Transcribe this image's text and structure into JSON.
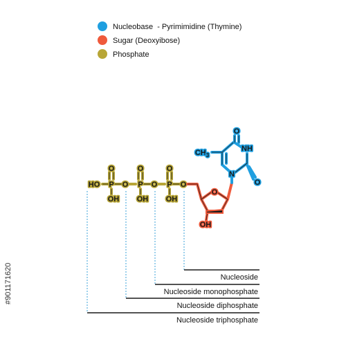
{
  "legend": [
    {
      "label": "Nucleobase  - Pyrimimidine (Thymine)",
      "color": "#1f9fe0"
    },
    {
      "label": "Sugar (Deoxyibose)",
      "color": "#ef5a3c"
    },
    {
      "label": "Phosphate",
      "color": "#b8a637"
    }
  ],
  "phosphate_groups": [
    {
      "oh_left": "HO",
      "p": "P",
      "o_top": "O",
      "oh_bottom": "OH",
      "o_bridge": "O"
    },
    {
      "p": "P",
      "o_top": "O",
      "oh_bottom": "OH",
      "o_bridge": "O"
    },
    {
      "p": "P",
      "o_top": "O",
      "oh_bottom": "OH",
      "o_bridge": "O"
    }
  ],
  "sugar": {
    "ring_o": "O",
    "oh": "OH"
  },
  "base": {
    "methyl": "CH",
    "methyl_sub": "3",
    "o_top": "O",
    "nh": "NH",
    "o_right": "O",
    "n": "N"
  },
  "brackets": [
    {
      "label": "Nucleoside"
    },
    {
      "label": "Nucleoside monophosphate"
    },
    {
      "label": "Nucleoside diphosphate"
    },
    {
      "label": "Nucleoside triphosphate"
    }
  ],
  "watermark": {
    "side_text": "#901171620"
  },
  "colors": {
    "base": "#1f9fe0",
    "sugar": "#ef5a3c",
    "phosphate": "#b8a637",
    "line": "#1a1a1a",
    "dotted": "#3aa0d8"
  }
}
